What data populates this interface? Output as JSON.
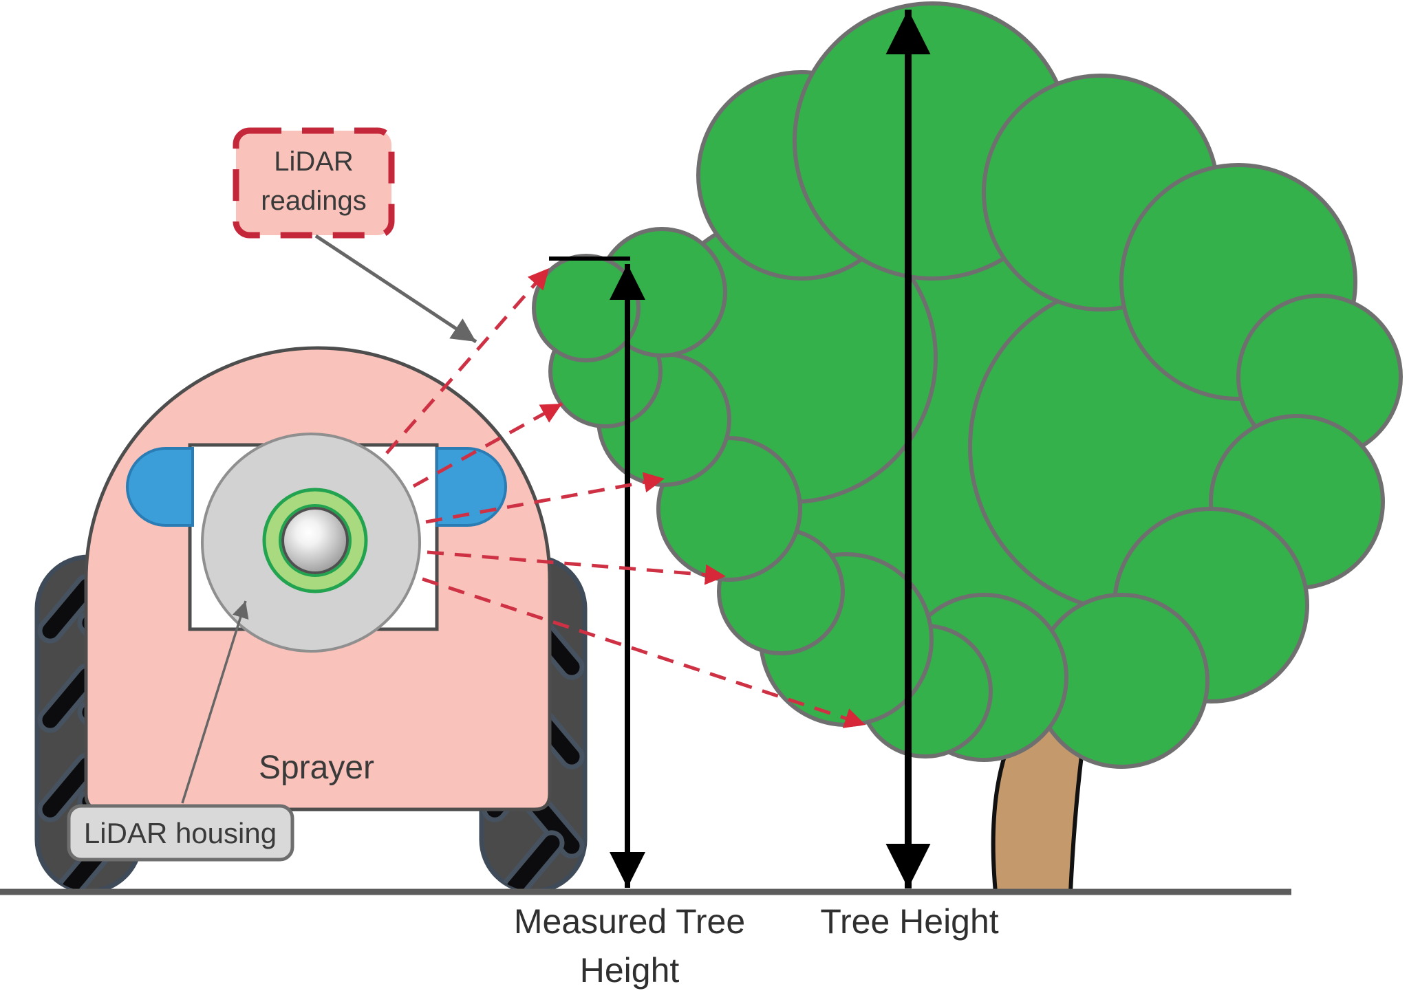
{
  "diagram": {
    "labels": {
      "lidar_readings_line1": "LiDAR",
      "lidar_readings_line2": "readings",
      "sprayer": "Sprayer",
      "lidar_housing": "LiDAR housing",
      "measured_tree_height_line1": "Measured Tree",
      "measured_tree_height_line2": "Height",
      "tree_height": "Tree Height"
    },
    "beams": {
      "count": 5
    },
    "colors": {
      "robot_body_pink": "#f9c2ba",
      "robot_outline": "#4d4d4d",
      "sensor_blue": "#3b9ed9",
      "sensor_blue_border": "#2a7cb4",
      "lidar_housing_gray": "#d2d2d2",
      "lidar_housing_border": "#8f8f8f",
      "lidar_ring_green_light": "#a9da80",
      "lidar_ring_green_dark": "#22a34f",
      "tree_green": "#34b14a",
      "tree_outline": "#6f6f6f",
      "trunk_brown": "#c49a6c",
      "wheel_gray": "#4a4a4a",
      "wheel_outline": "#3f4b59",
      "tread_black": "#0c0c0e",
      "ground_gray": "#5c5c5c",
      "beam_red": "#cf3144",
      "readings_box_fill": "#f9c2ba",
      "readings_box_border": "#c5273a",
      "housing_label_fill": "#d9d9d9",
      "housing_label_border": "#6e6e6e",
      "annotation_gray": "#666666",
      "arrow_black": "#000000"
    }
  }
}
